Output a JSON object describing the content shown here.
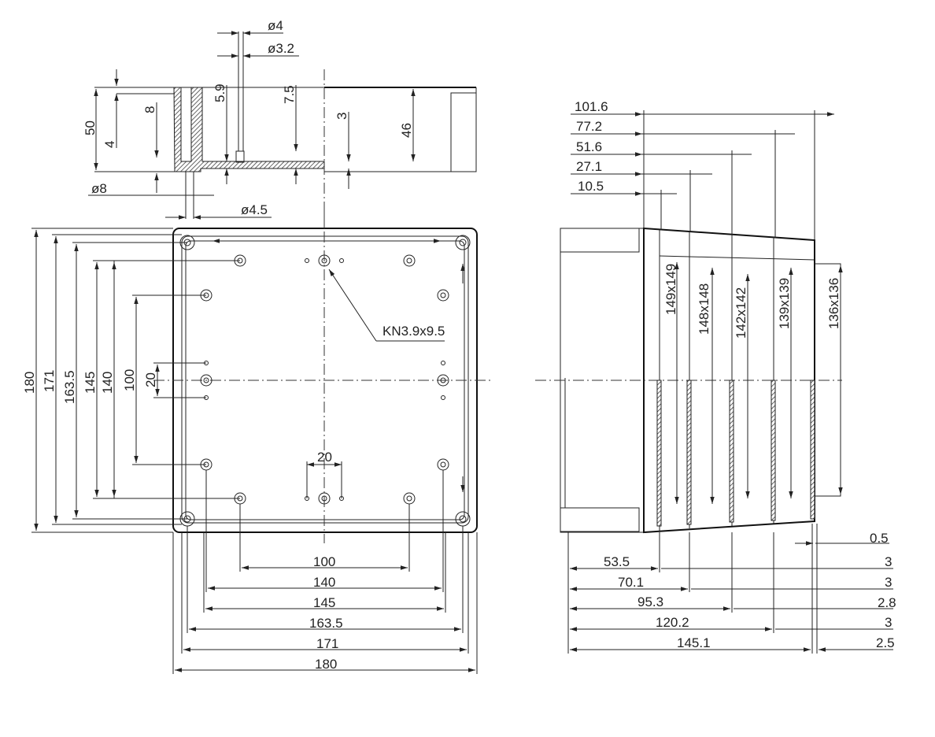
{
  "section_view": {
    "d_outer_pin": "ø4",
    "d_inner_pin": "ø3.2",
    "pin_depth": "5.9",
    "boss_height": "7.5",
    "floor_thickness": "3",
    "inner_depth": "46",
    "total_height": "50",
    "lid_step": "4",
    "bore_depth": "8",
    "d_counterbore": "ø8",
    "d_hole": "ø4.5"
  },
  "front_view": {
    "vertical_dims": [
      "180",
      "171",
      "163.5",
      "145",
      "140",
      "100",
      "20"
    ],
    "horizontal_dims": [
      "100",
      "140",
      "145",
      "163.5",
      "171",
      "180"
    ],
    "center_spacing": "20",
    "screw_callout": "KN3.9x9.5"
  },
  "side_view": {
    "depth_dims": [
      "101.6",
      "77.2",
      "51.6",
      "27.1",
      "10.5"
    ],
    "inner_sizes": [
      "149x149",
      "148x148",
      "142x142",
      "139x139",
      "136x136"
    ],
    "offset_dims": [
      "53.5",
      "70.1",
      "95.3",
      "120.2",
      "145.1"
    ],
    "wall_dims": [
      "3",
      "3",
      "2.8",
      "3",
      "2.5"
    ],
    "top_wall": "0.5"
  }
}
